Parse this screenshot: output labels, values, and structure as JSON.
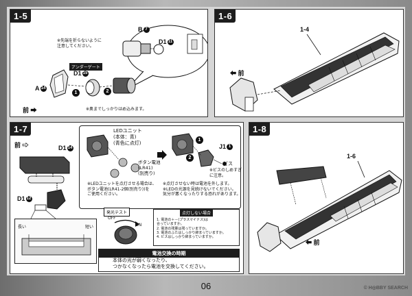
{
  "steps": {
    "s15": {
      "label": "1-5"
    },
    "s16": {
      "label": "1-6",
      "part": "1-4"
    },
    "s17": {
      "label": "1-7"
    },
    "s18": {
      "label": "1-8",
      "part": "1-6"
    }
  },
  "s15": {
    "note_top": "※先端を折らないように\n注意してください。",
    "part_a": "A",
    "part_a_num": "14",
    "under_gate": "アンダーゲート",
    "part_d1": "D1",
    "part_d1_num": "15",
    "part_b": "B",
    "part_b_num": "7",
    "part_d1b": "D1",
    "part_d1b_num": "11",
    "step1": "1",
    "step2": "2",
    "front": "前",
    "note_bottom": "※奥までしっかりはめ込みます。"
  },
  "s16": {
    "front": "前"
  },
  "s17": {
    "front": "前",
    "part_d1_top": "D1",
    "part_d1_top_num": "14",
    "part_d1_bottom": "D1",
    "part_d1_bottom_num": "12",
    "long": "長い",
    "short": "短い",
    "led_unit": "LEDユニット\n(本体：青)\n(青色に点灯)",
    "battery": "ボタン電池\n(LR41)\n(別売り)",
    "step1": "1",
    "step2": "2",
    "led_note": "※LEDユニットを点灯させる場合は、\nボタン電池(LR41-2個(別売り))を\nご使用ください。",
    "part_j1": "J1",
    "part_j1_num": "1",
    "screw": "ビス",
    "screw_note": "※ビスのしめすぎ\nに注意。",
    "light_note": "※点灯させない時は電池を外します。\n※LEDの光源を見続けないでください。\n気分が悪くなったりする恐れがあります。",
    "test_title": "発光テスト",
    "off": "OFF",
    "on": "ON",
    "nolight_title": "点灯しない場合",
    "nolight_items": [
      "1. 電池の＋－(プラスマイナス)は",
      "   合っていますか。",
      "2. 電池の残量は残っていますか。",
      "3. 電池のふたはしっかり締まっていますか。",
      "4. ビスはしっかり締まっていますか。"
    ],
    "replace_title": "電池交換の時期",
    "replace_text": "本体の光が弱くなったり、\nつかなくなったら電池を交換してください。"
  },
  "s18": {
    "front": "前"
  },
  "footer": {
    "page_number": "06",
    "watermark": "© H◎BBY SEARCH"
  }
}
